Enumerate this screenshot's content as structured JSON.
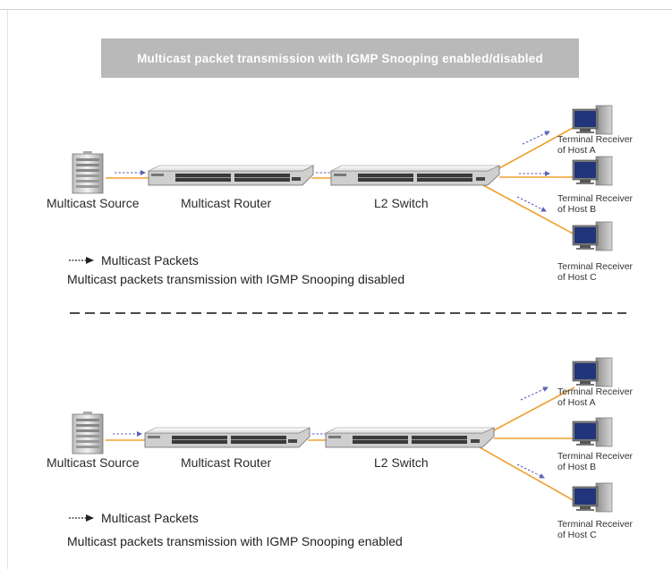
{
  "title": "Multicast packet transmission with IGMP Snooping enabled/disabled",
  "legend_label": "Multicast Packets",
  "colors": {
    "link": "#f0a030",
    "packet": "#5b64b4",
    "banner": "#b9b9b9",
    "divider": "#4a4a4a",
    "monitor_screen": "#22357a"
  },
  "top": {
    "source": "Multicast Source",
    "router": "Multicast Router",
    "switch": "L2 Switch",
    "host_a": [
      "Terminal Receiver",
      "of Host A"
    ],
    "host_b": [
      "Terminal Receiver",
      "of Host B"
    ],
    "host_c": [
      "Terminal Receiver",
      "of Host C"
    ],
    "caption": "Multicast packets transmission with IGMP Snooping disabled"
  },
  "bottom": {
    "source": "Multicast Source",
    "router": "Multicast Router",
    "switch": "L2 Switch",
    "host_a": [
      "Terminal Receiver",
      "of Host A"
    ],
    "host_b": [
      "Terminal Receiver",
      "of Host B"
    ],
    "host_c": [
      "Terminal Receiver",
      "of Host C"
    ],
    "caption": "Multicast packets transmission with IGMP Snooping enabled"
  }
}
